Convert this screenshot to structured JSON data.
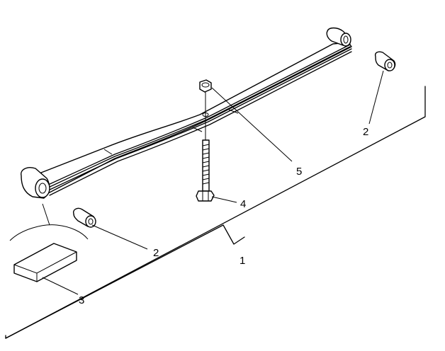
{
  "callouts": {
    "assembly": "1",
    "bushing_right": "2",
    "bushing_left": "2",
    "pad": "3",
    "bolt": "4",
    "nut": "5"
  }
}
